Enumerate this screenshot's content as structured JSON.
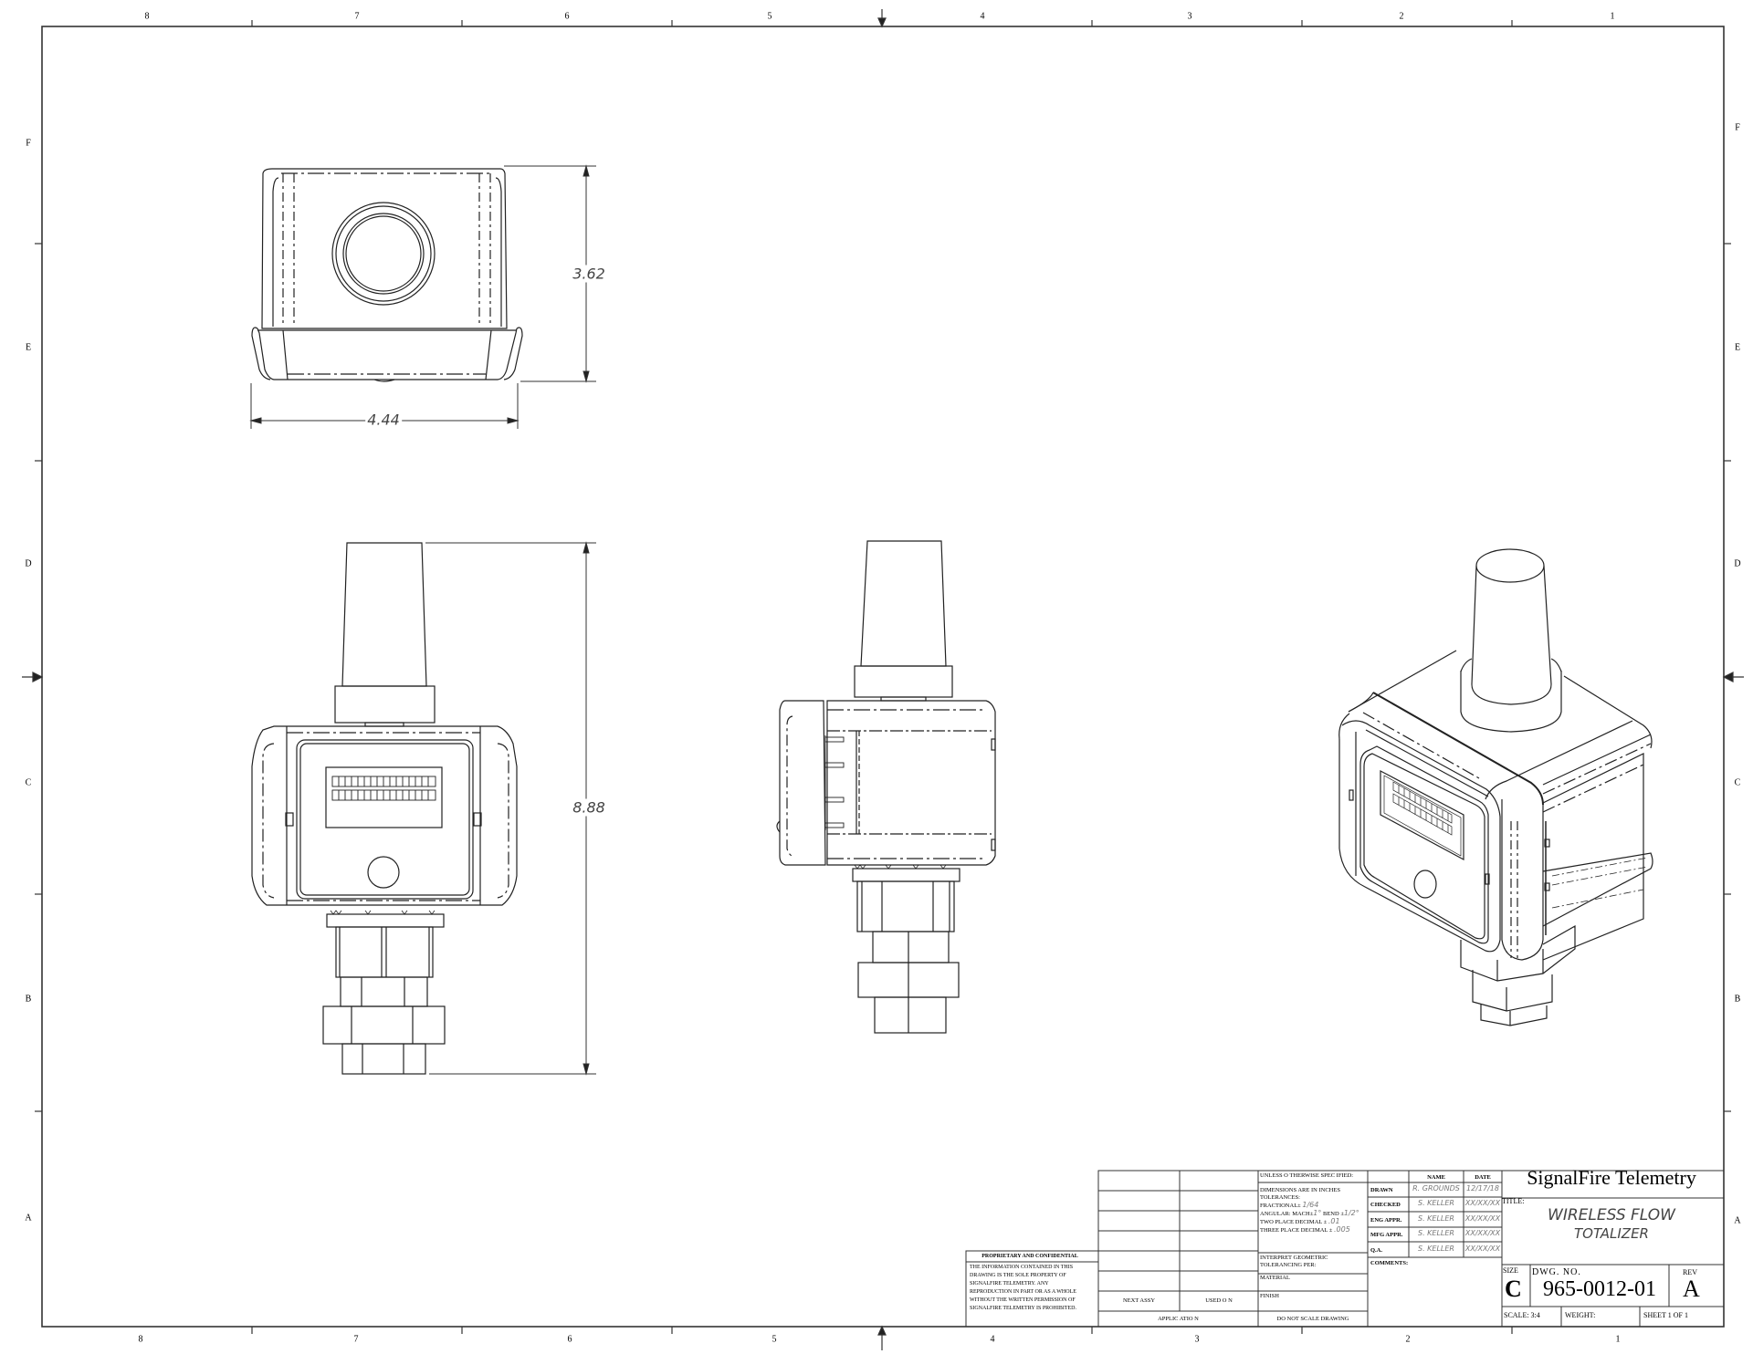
{
  "border": {
    "columns_top": [
      "8",
      "7",
      "6",
      "5",
      "4",
      "3",
      "2",
      "1"
    ],
    "columns_bottom": [
      "8",
      "7",
      "6",
      "5",
      "4",
      "3",
      "2",
      "1"
    ],
    "rows_left": [
      "F",
      "E",
      "D",
      "C",
      "B",
      "A"
    ],
    "rows_right": [
      "F",
      "E",
      "D",
      "C",
      "B",
      "A"
    ]
  },
  "views": {
    "top_view": {
      "width_dim": "4.44",
      "height_dim": "3.62"
    },
    "front_view": {
      "height_dim": "8.88"
    },
    "side_view": {},
    "isometric_view": {}
  },
  "title_block": {
    "revision_table": {
      "next_assy": "NEXT ASSY",
      "used_on": "USED O N",
      "application": "APPLIC ATIO N"
    },
    "tolerances": {
      "header": "UNLESS O THERWISE SPEC IFIED:",
      "line1": "DIMENSIONS ARE IN INCHES",
      "line2": "TOLERANCES:",
      "fractional_label": "FRACTIONAL±",
      "fractional_value": "1/64",
      "angular_label": "ANGULAR: MACH±",
      "angular_mach": "1°",
      "angular_bend_label": "BEND ±",
      "angular_bend": "1/2°",
      "two_place_label": "TWO PLACE DECIMAL  ±",
      "two_place_value": ".01",
      "three_place_label": "THREE PLACE DECIMAL  ±",
      "three_place_value": ".005",
      "interpret_line1": "INTERPRET GEOMETRIC",
      "interpret_line2": "TOLERANCING PER:",
      "material": "MATERIAL",
      "finish": "FINISH",
      "do_not_scale": "DO NOT SCALE DRAWING"
    },
    "approvals": {
      "header_name": "NAME",
      "header_date": "DATE",
      "rows": [
        {
          "role": "DRAWN",
          "name": "R. GROUNDS",
          "date": "12/17/18"
        },
        {
          "role": "CHECKED",
          "name": "S. KELLER",
          "date": "XX/XX/XX"
        },
        {
          "role": "ENG APPR.",
          "name": "S. KELLER",
          "date": "XX/XX/XX"
        },
        {
          "role": "MFG APPR.",
          "name": "S. KELLER",
          "date": "XX/XX/XX"
        },
        {
          "role": "Q.A.",
          "name": "S. KELLER",
          "date": "XX/XX/XX"
        }
      ],
      "comments_label": "COMMENTS:"
    },
    "company": "SignalFire Telemetry",
    "title_label": "TITLE:",
    "title_line1": "WIRELESS  FLOW",
    "title_line2": "TOTALIZER",
    "size_label": "SIZE",
    "size_value": "C",
    "dwg_no_label": "DWG.  NO.",
    "dwg_no_value": "965-0012-01",
    "rev_label": "REV",
    "rev_value": "A",
    "scale": "SCALE: 3:4",
    "weight": "WEIGHT:",
    "sheet": "SHEET 1 OF 1"
  },
  "proprietary": {
    "heading": "PROPRIETARY AND CONFIDENTIAL",
    "body": "THE INFORMATION CONTAINED IN THIS DRAWING IS THE SOLE PROPERTY OF SIGNALFIRE TELEMETRY.  ANY REPRODUCTION IN PART OR AS A WHOLE WITHOUT THE WRITTEN PERMISSION OF SIGNALFIRE TELEMETRY IS PROHIBITED."
  }
}
